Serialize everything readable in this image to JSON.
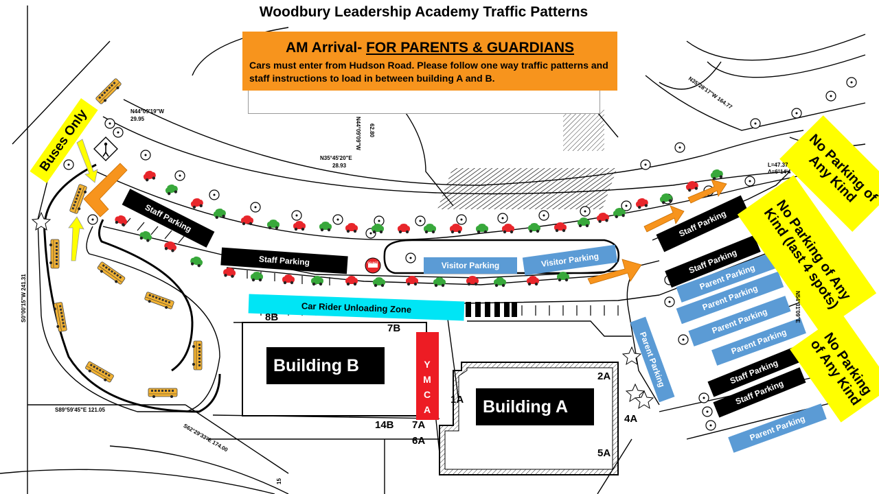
{
  "title": "Woodbury Leadership Academy Traffic Patterns",
  "arrival": {
    "heading_prefix": "AM Arrival-",
    "heading_underlined": "FOR PARENTS & GUARDIANS",
    "body": "Cars must enter from Hudson Road.  Please follow one way traffic patterns and staff instructions to load in between building A and B."
  },
  "labels": {
    "buses_only": "Buses Only",
    "staff_parking": "Staff Parking",
    "visitor_parking": "Visitor Parking",
    "parent_parking": "Parent Parking",
    "car_rider_zone": "Car Rider Unloading Zone",
    "building_a": "Building A",
    "building_b": "Building B",
    "ymca": "Y M C A",
    "do_not_enter": "DO NOT ENTER",
    "no_parking_1": "No Parking of Any Kind",
    "no_parking_2": "No Parking of Any Kind (last 4 spots)",
    "no_parking_3": "No Parking of Any Kind"
  },
  "doors": {
    "d8b": "8B",
    "d7b": "7B",
    "d2a": "2A",
    "d1a": "1A",
    "d4a": "4A",
    "d5a": "5A",
    "d6a": "6A",
    "d7a": "7A",
    "d14b": "14B"
  },
  "survey": {
    "s1": "N44°09'19\"W",
    "s1b": "29.95",
    "s2": "N35°45'20\"E",
    "s2b": "28.93",
    "s3": "N44°09'09\"W",
    "s3b": "62.80",
    "s4": "S89°59'45\"E  121.05",
    "s5": "S62°29'33\"E  174.00",
    "s6": "S0°00'15\"W  241.31",
    "s7": "N35°28'17\"W  164.77",
    "s8": "L=47.37",
    "s8b": "Δ=6°14'4",
    "s9": "N54°31'09\"E",
    "s10": "15"
  },
  "colors": {
    "orange": "#f7941d",
    "yellow": "#ffff00",
    "cyan": "#00e5f5",
    "blue": "#5b9bd5",
    "red_car": "#e8262b",
    "green_car": "#38a83b",
    "bus": "#f2b233",
    "ymca_red": "#ed1c24"
  }
}
